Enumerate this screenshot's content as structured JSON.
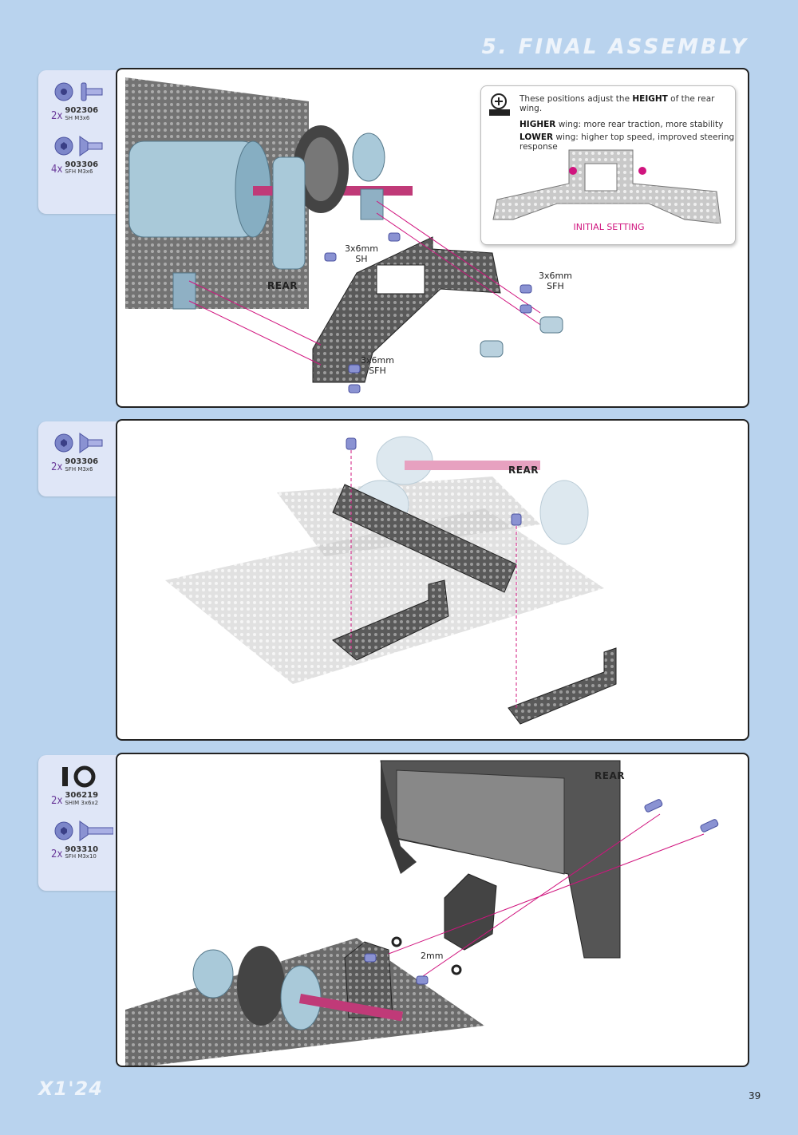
{
  "header": {
    "section_title": "5. FINAL ASSEMBLY"
  },
  "step1": {
    "parts": [
      {
        "qty": "2x",
        "code": "902306",
        "desc": "SH M3x6"
      },
      {
        "qty": "4x",
        "code": "903306",
        "desc": "SFH M3x6"
      }
    ],
    "labels": {
      "sh_top": "3x6mm",
      "sh_bottom": "SH",
      "sfh_right_top": "3x6mm",
      "sfh_right_bottom": "SFH",
      "sfh_left_top": "3x6mm",
      "sfh_left_bottom": "SFH",
      "rear": "REAR"
    },
    "detail": {
      "line1_pre": "These positions adjust the ",
      "line1_key": "HEIGHT",
      "line1_post": " of the rear wing.",
      "higher_key": "HIGHER",
      "higher_text": " wing:   more rear traction, more stability",
      "lower_key": "LOWER",
      "lower_text": " wing:   higher top speed, improved steering response",
      "initial_setting": "INITIAL SETTING",
      "icon_label": "DETAIL"
    }
  },
  "step2": {
    "parts": [
      {
        "qty": "2x",
        "code": "903306",
        "desc": "SFH M3x6"
      }
    ],
    "labels": {
      "rear": "REAR"
    }
  },
  "step3": {
    "parts": [
      {
        "qty": "2x",
        "code": "306219",
        "desc": "SHIM 3x6x2"
      },
      {
        "qty": "2x",
        "code": "903310",
        "desc": "SFH M3x10"
      }
    ],
    "labels": {
      "rear": "REAR",
      "shim": "2mm"
    }
  },
  "footer": {
    "logo": "X1'24",
    "page_number": "39"
  },
  "colors": {
    "accent_magenta": "#d0147e",
    "background": "#b9d3ee",
    "tab": "#dfe6f7"
  }
}
